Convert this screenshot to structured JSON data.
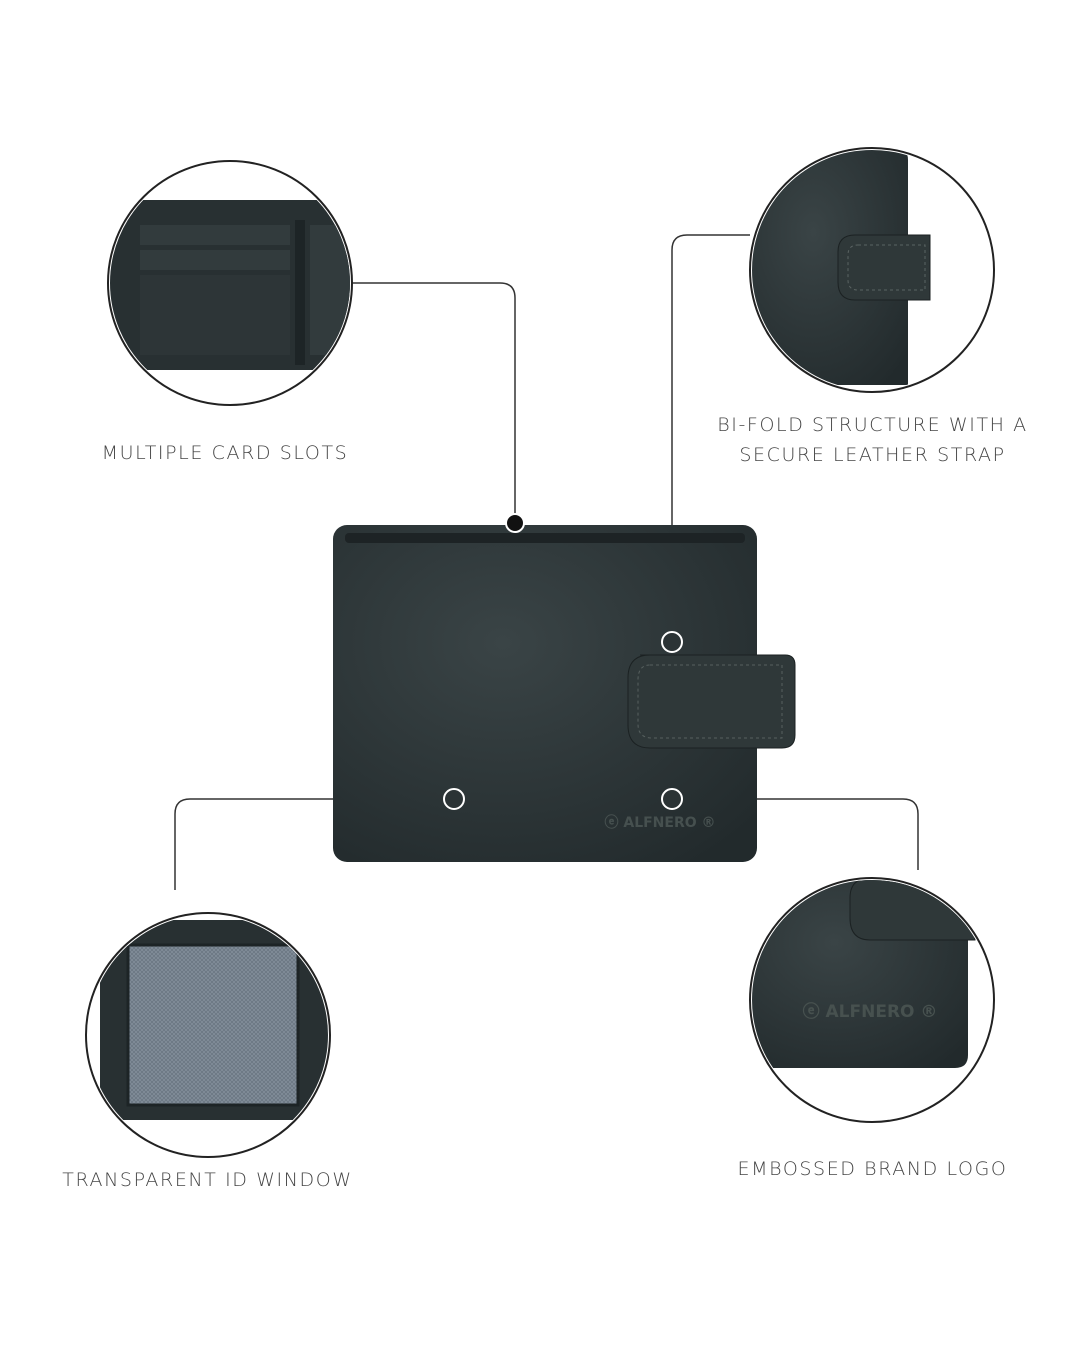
{
  "brand_logo": "ALFNERO",
  "features": [
    {
      "label": "MULTIPLE CARD SLOTS"
    },
    {
      "label_line1": "BI-FOLD STRUCTURE WITH A",
      "label_line2": "SECURE LEATHER STRAP"
    },
    {
      "label": "TRANSPARENT ID WINDOW"
    },
    {
      "label": "EMBOSSED BRAND LOGO"
    }
  ],
  "colors": {
    "leather": "#2b3335",
    "line": "#333333",
    "text": "#444444"
  }
}
